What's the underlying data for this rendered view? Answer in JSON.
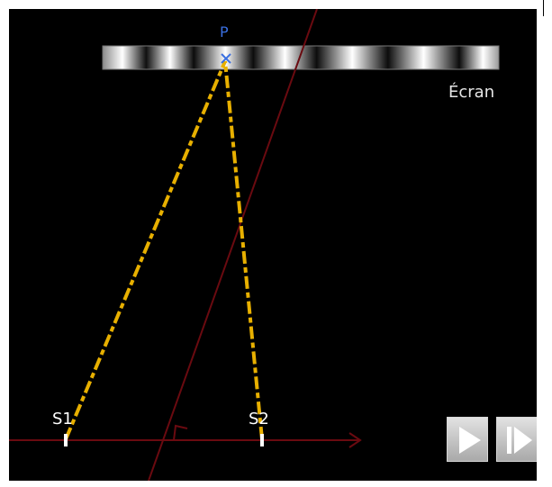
{
  "labels": {
    "point_p": "P",
    "screen": "Écran",
    "source_1": "S1",
    "source_2": "S2"
  },
  "controls": {
    "play_icon": "play-icon",
    "step_icon": "step-forward-icon"
  },
  "colors": {
    "background": "#000000",
    "ray": "#e8b000",
    "axis": "#6a0a10",
    "point_marker": "#3a6fe0",
    "button": "#c4c4c4"
  }
}
